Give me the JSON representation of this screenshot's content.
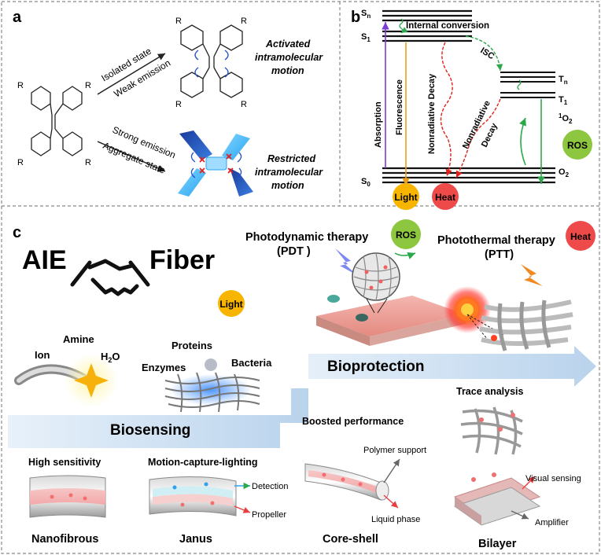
{
  "panels": {
    "a": {
      "label": "a",
      "r_label": "R",
      "arrow_top_line1": "Isolated state",
      "arrow_top_line2": "Weak emission",
      "arrow_bottom_line1": "Strong emission",
      "arrow_bottom_line2": "Aggregate state",
      "activated_line1": "Activated",
      "activated_line2": "intramolecular",
      "activated_line3": "motion",
      "restricted_line1": "Restricted",
      "restricted_line2": "intramolecular",
      "restricted_line3": "motion"
    },
    "b": {
      "label": "b",
      "s_n": "S",
      "s_n_sub": "n",
      "s_1": "S",
      "s_1_sub": "1",
      "s_0": "S",
      "s_0_sub": "0",
      "t_n": "T",
      "t_n_sub": "n",
      "t_1": "T",
      "t_1_sub": "1",
      "singlet_o2_sup": "1",
      "singlet_o2": "O",
      "singlet_o2_sub": "2",
      "o2": "O",
      "o2_sub": "2",
      "internal_conversion": "Internal conversion",
      "isc": "ISC",
      "absorption": "Absorption",
      "fluorescence": "Fluorescence",
      "nonradiative_decay_1": "Nonradiative Decay",
      "nonradiative_decay_2_line1": "Nonradiative",
      "nonradiative_decay_2_line2": "Decay",
      "ros": "ROS",
      "light": "Light",
      "heat": "Heat"
    },
    "c": {
      "label": "c",
      "aie": "AIE",
      "fiber": "Fiber",
      "light": "Light",
      "ros": "ROS",
      "heat": "Heat",
      "pdt_line1": "Photodynamic therapy",
      "pdt_line2": "(PDT )",
      "ptt_line1": "Photothermal therapy",
      "ptt_line2": "(PTT)",
      "amine": "Amine",
      "ion": "Ion",
      "h2o_h": "H",
      "h2o_2": "2",
      "h2o_o": "O",
      "proteins": "Proteins",
      "enzymes": "Enzymes",
      "bacteria": "Bacteria",
      "bioprotection": "Bioprotection",
      "biosensing": "Biosensing",
      "boosted_performance": "Boosted performance",
      "trace_analysis": "Trace analysis",
      "high_sensitivity": "High sensitivity",
      "motion_capture": "Motion-capture-lighting",
      "polymer_support": "Polymer support",
      "liquid_phase": "Liquid phase",
      "detection": "Detection",
      "propeller": "Propeller",
      "visual_sensing": "Visual sensing",
      "amplifier": "Amplifier",
      "nanofibrous": "Nanofibrous",
      "janus": "Janus",
      "core_shell": "Core-shell",
      "bilayer": "Bilayer"
    }
  },
  "colors": {
    "ros_green": "#8dc63f",
    "light_yellow": "#f7b500",
    "heat_red": "#ef4a4a",
    "arrow_band": "#cfe0f0",
    "absorption_purple": "#7a3fd0",
    "fluorescence_orange": "#e8a020",
    "nonrad_red": "#e0201a",
    "isc_green": "#2aa84a"
  }
}
